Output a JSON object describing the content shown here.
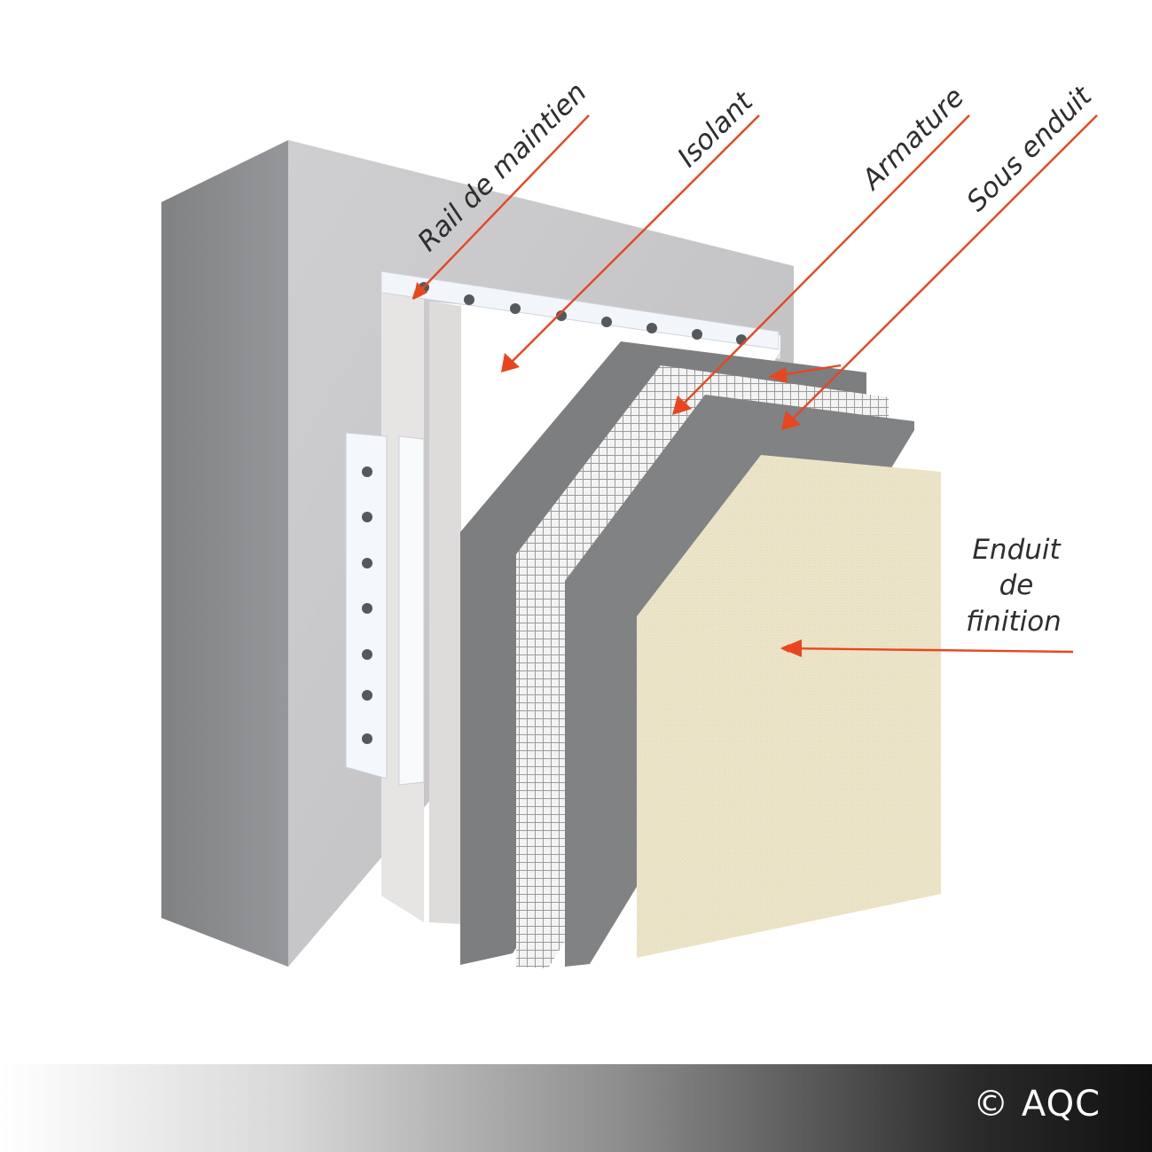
{
  "labels": {
    "rail": "Rail de maintien",
    "isolant": "Isolant",
    "armature": "Armature",
    "sous_enduit": "Sous enduit",
    "enduit_line1": "Enduit",
    "enduit_line2": "de",
    "enduit_line3": "finition"
  },
  "footer": {
    "copyright": "© AQC"
  },
  "colors": {
    "arrow": "#e8461e",
    "wall": "#b7b7b9",
    "insulation_board": "#e3e1e0",
    "base_coat": "#7c7e80",
    "finish_coat": "#ece4c8",
    "mesh": "#e6e6e6"
  }
}
